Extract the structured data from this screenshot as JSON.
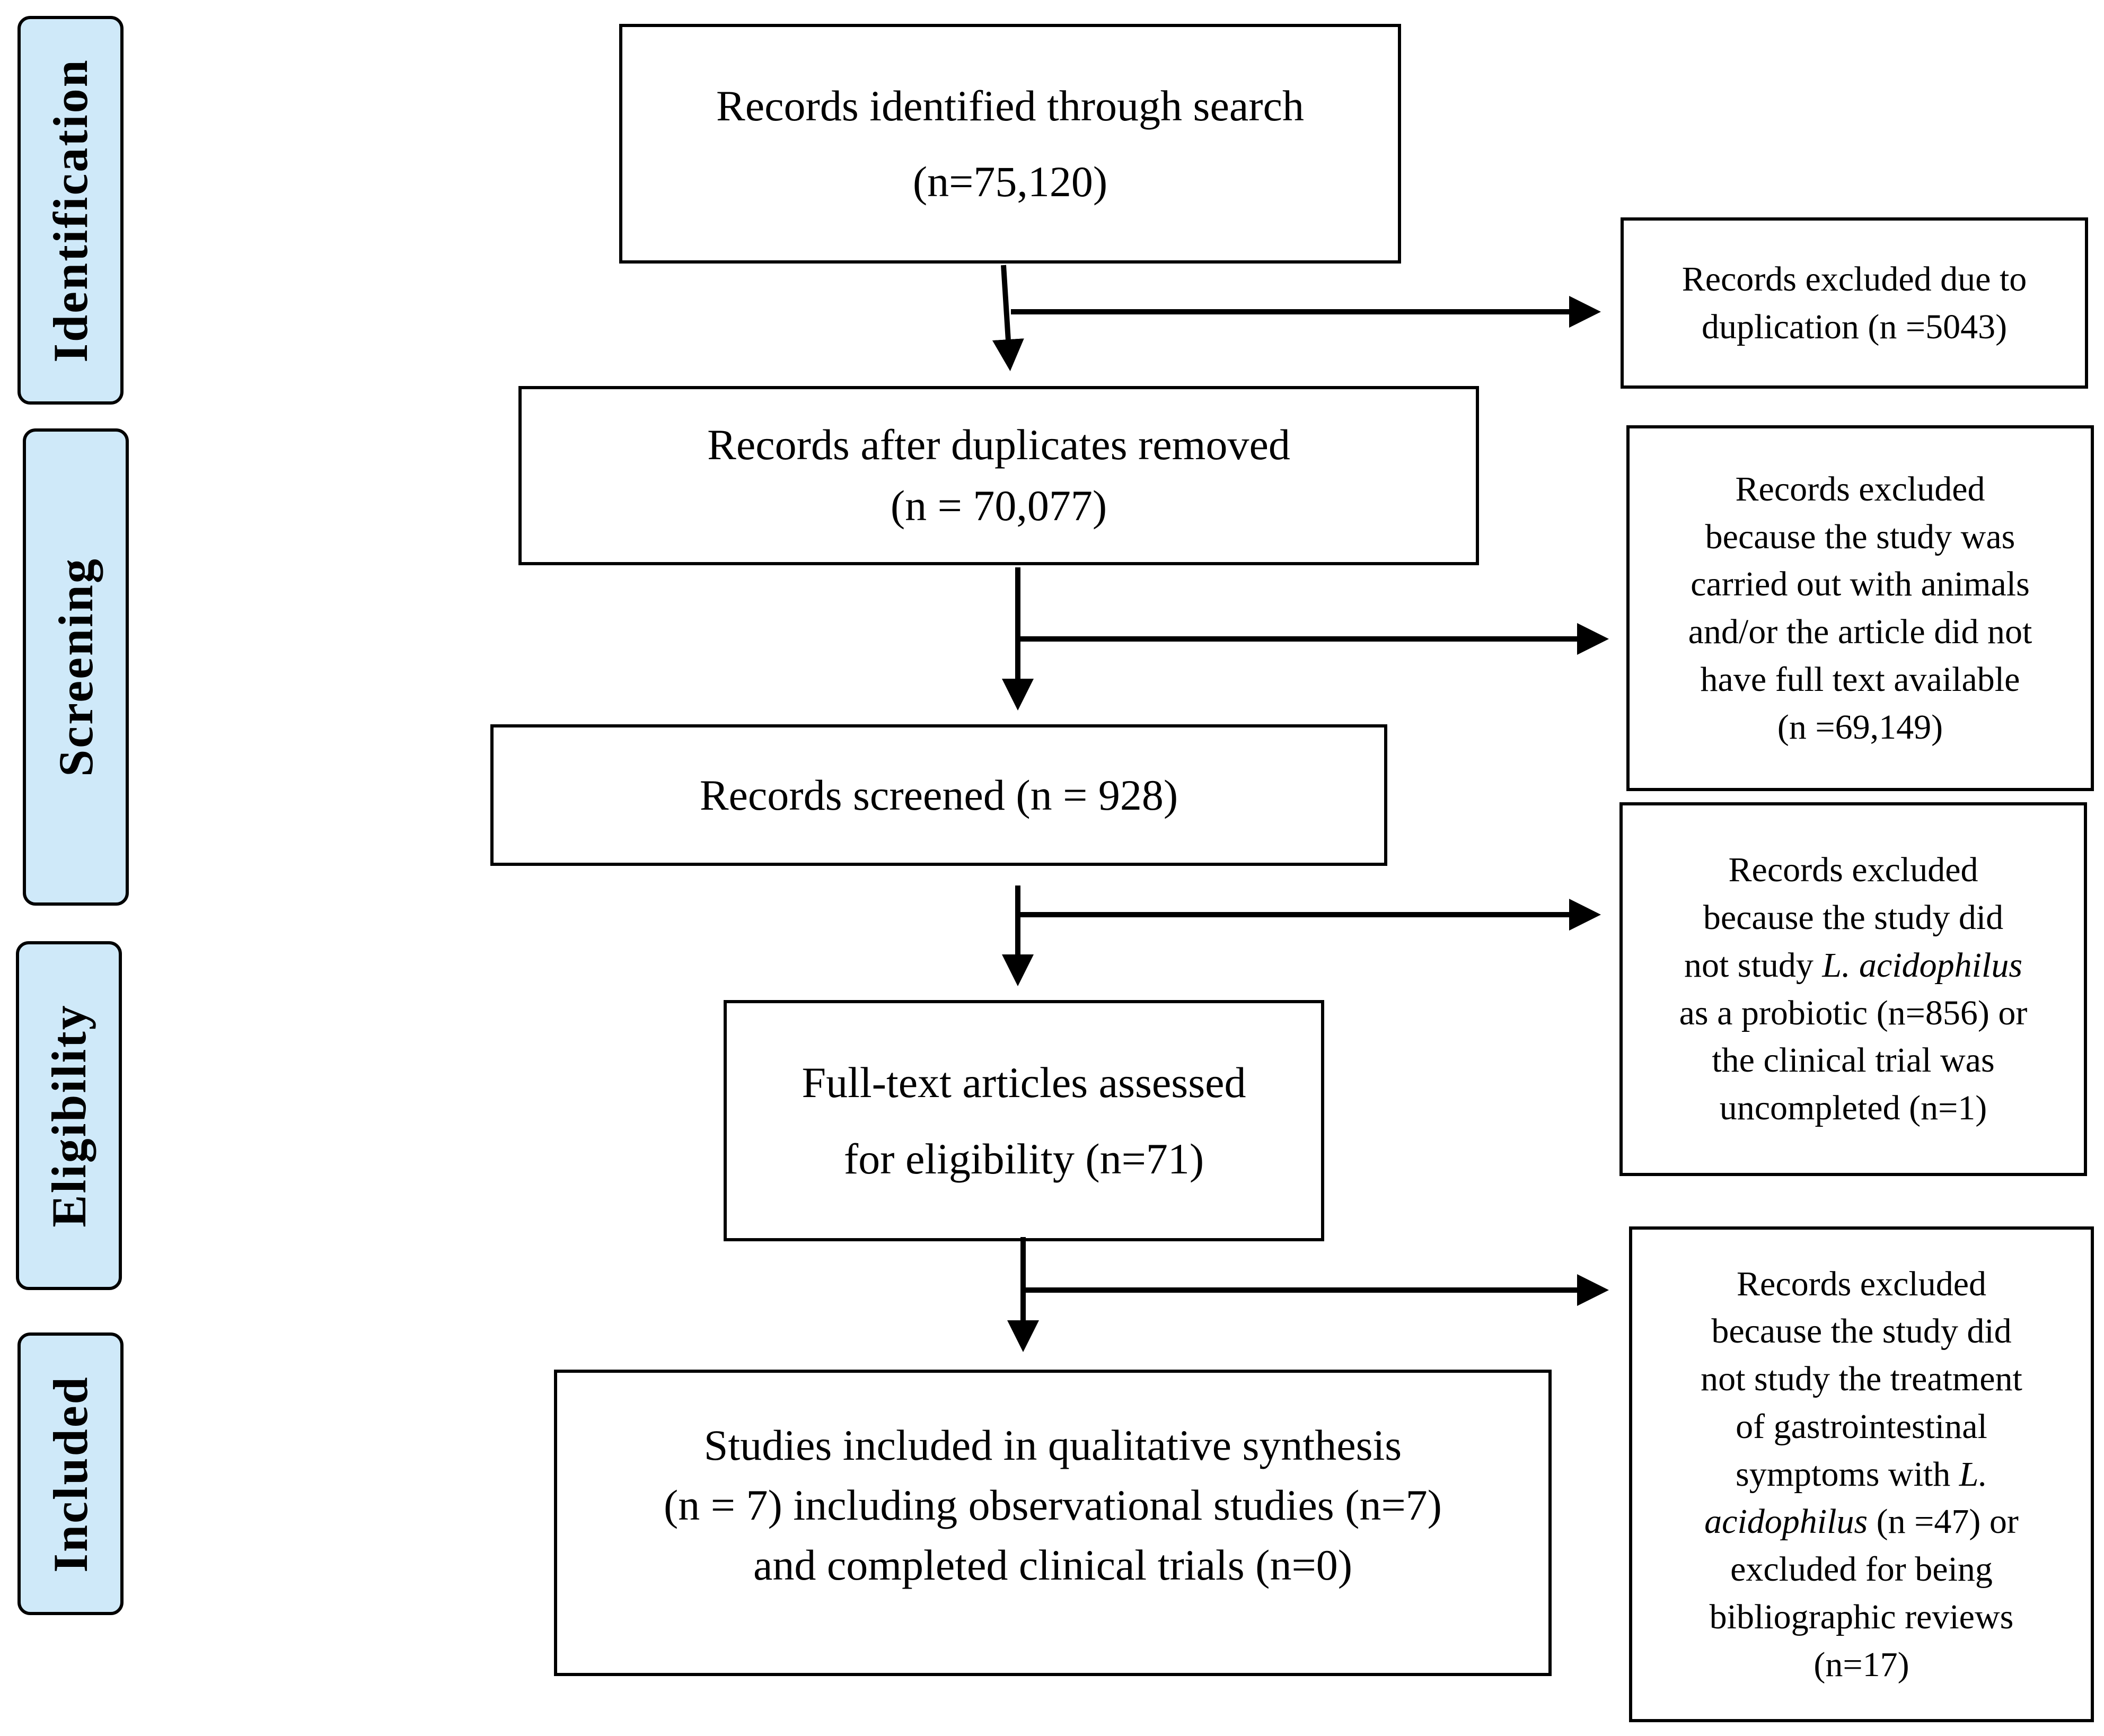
{
  "phases": {
    "identification": "Identification",
    "screening": "Screening",
    "eligibility": "Eligibility",
    "included": "Included"
  },
  "boxes": {
    "identified": {
      "line1": "Records identified through search",
      "line2": "(n=75,120)"
    },
    "after_duplicates": {
      "line1": "Records after duplicates removed",
      "line2": "(n = 70,077)"
    },
    "screened": {
      "line1": "Records screened (n = 928)"
    },
    "full_text": {
      "line1": "Full-text articles assessed",
      "line2": "for eligibility (n=71)"
    },
    "included": {
      "line1": "Studies included in qualitative synthesis",
      "line2": "(n = 7) including observational studies (n=7)",
      "line3": "and completed clinical trials (n=0)"
    }
  },
  "exclusions": {
    "duplication": {
      "line1": "Records excluded due to",
      "line2": "duplication (n =5043)"
    },
    "animals": {
      "line1": "Records excluded",
      "line2": "because the study was",
      "line3": "carried out with animals",
      "line4": "and/or the article did not",
      "line5": "have full text available",
      "line6": "(n =69,149)"
    },
    "probiotic": {
      "line1": "Records excluded",
      "line2": "because the study did",
      "line3_pre": "not study ",
      "line3_species": "L. acidophilus",
      "line4": "as a probiotic (n=856) or",
      "line5": "the clinical trial was",
      "line6": "uncompleted (n=1)"
    },
    "treatment": {
      "line1": "Records excluded",
      "line2": "because the study did",
      "line3": "not study the treatment",
      "line4": "of gastrointestinal",
      "line5_pre": "symptoms with ",
      "line5_species": "L.",
      "line6_species": "acidophilus",
      "line6_post": " (n =47) or",
      "line7": "excluded for being",
      "line8": "bibliographic reviews",
      "line9": "(n=17)"
    }
  }
}
